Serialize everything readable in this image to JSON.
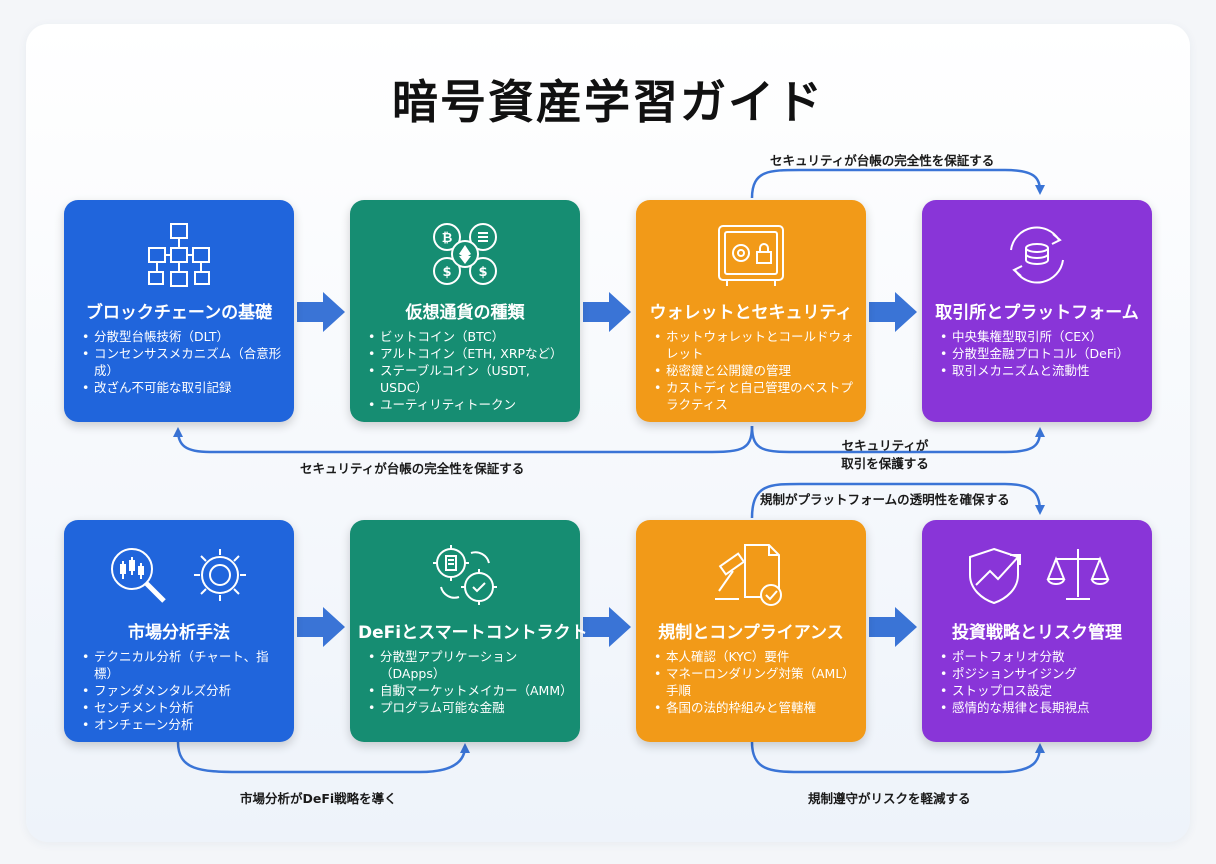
{
  "title": "暗号資産学習ガイド",
  "colors": {
    "blue": "#2065dc",
    "teal": "#168d72",
    "orange": "#f29a18",
    "purple": "#8935d8",
    "arrow": "#3a74d6"
  },
  "cards": [
    {
      "title": "ブロックチェーンの基礎",
      "icon": "blockchain-cubes-icon",
      "items": [
        "分散型台帳技術（DLT）",
        "コンセンサスメカニズム（合意形成）",
        "改ざん不可能な取引記録"
      ]
    },
    {
      "title": "仮想通貨の種類",
      "icon": "coins-icon",
      "items": [
        "ビットコイン（BTC）",
        "アルトコイン（ETH, XRPなど）",
        "ステーブルコイン（USDT, USDC）",
        "ユーティリティトークン"
      ]
    },
    {
      "title": "ウォレットとセキュリティ",
      "icon": "safe-lock-icon",
      "items": [
        "ホットウォレットとコールドウォレット",
        "秘密鍵と公開鍵の管理",
        "カストディと自己管理のベストプラクティス"
      ]
    },
    {
      "title": "取引所とプラットフォーム",
      "icon": "exchange-cycle-icon",
      "items": [
        "中央集権型取引所（CEX）",
        "分散型金融プロトコル（DeFi）",
        "取引メカニズムと流動性"
      ]
    },
    {
      "title": "市場分析手法",
      "icon": "analysis-icon",
      "items": [
        "テクニカル分析（チャート、指標）",
        "ファンダメンタルズ分析",
        "センチメント分析",
        "オンチェーン分析"
      ]
    },
    {
      "title": "DeFiとスマートコントラクト",
      "icon": "smart-contract-gears-icon",
      "items": [
        "分散型アプリケーション（DApps）",
        "自動マーケットメイカー（AMM）",
        "プログラム可能な金融"
      ]
    },
    {
      "title": "規制とコンプライアンス",
      "icon": "gavel-document-icon",
      "items": [
        "本人確認（KYC）要件",
        "マネーロンダリング対策（AML）手順",
        "各国の法的枠組みと管轄権"
      ]
    },
    {
      "title": "投資戦略とリスク管理",
      "icon": "shield-scale-icon",
      "items": [
        "ポートフォリオ分散",
        "ポジションサイジング",
        "ストップロス設定",
        "感情的な規律と長期視点"
      ]
    }
  ],
  "connectors": {
    "top_wallet_to_exchange": "セキュリティが台帳の完全性を保証する",
    "wallet_to_blockchain": "セキュリティが台帳の完全性を保証する",
    "wallet_to_exchange_line1": "セキュリティが",
    "wallet_to_exchange_line2": "取引を保護する",
    "regulation_to_exchange": "規制がプラットフォームの透明性を確保する",
    "analysis_to_defi": "市場分析がDeFi戦略を導く",
    "regulation_to_risk": "規制遵守がリスクを軽減する"
  }
}
